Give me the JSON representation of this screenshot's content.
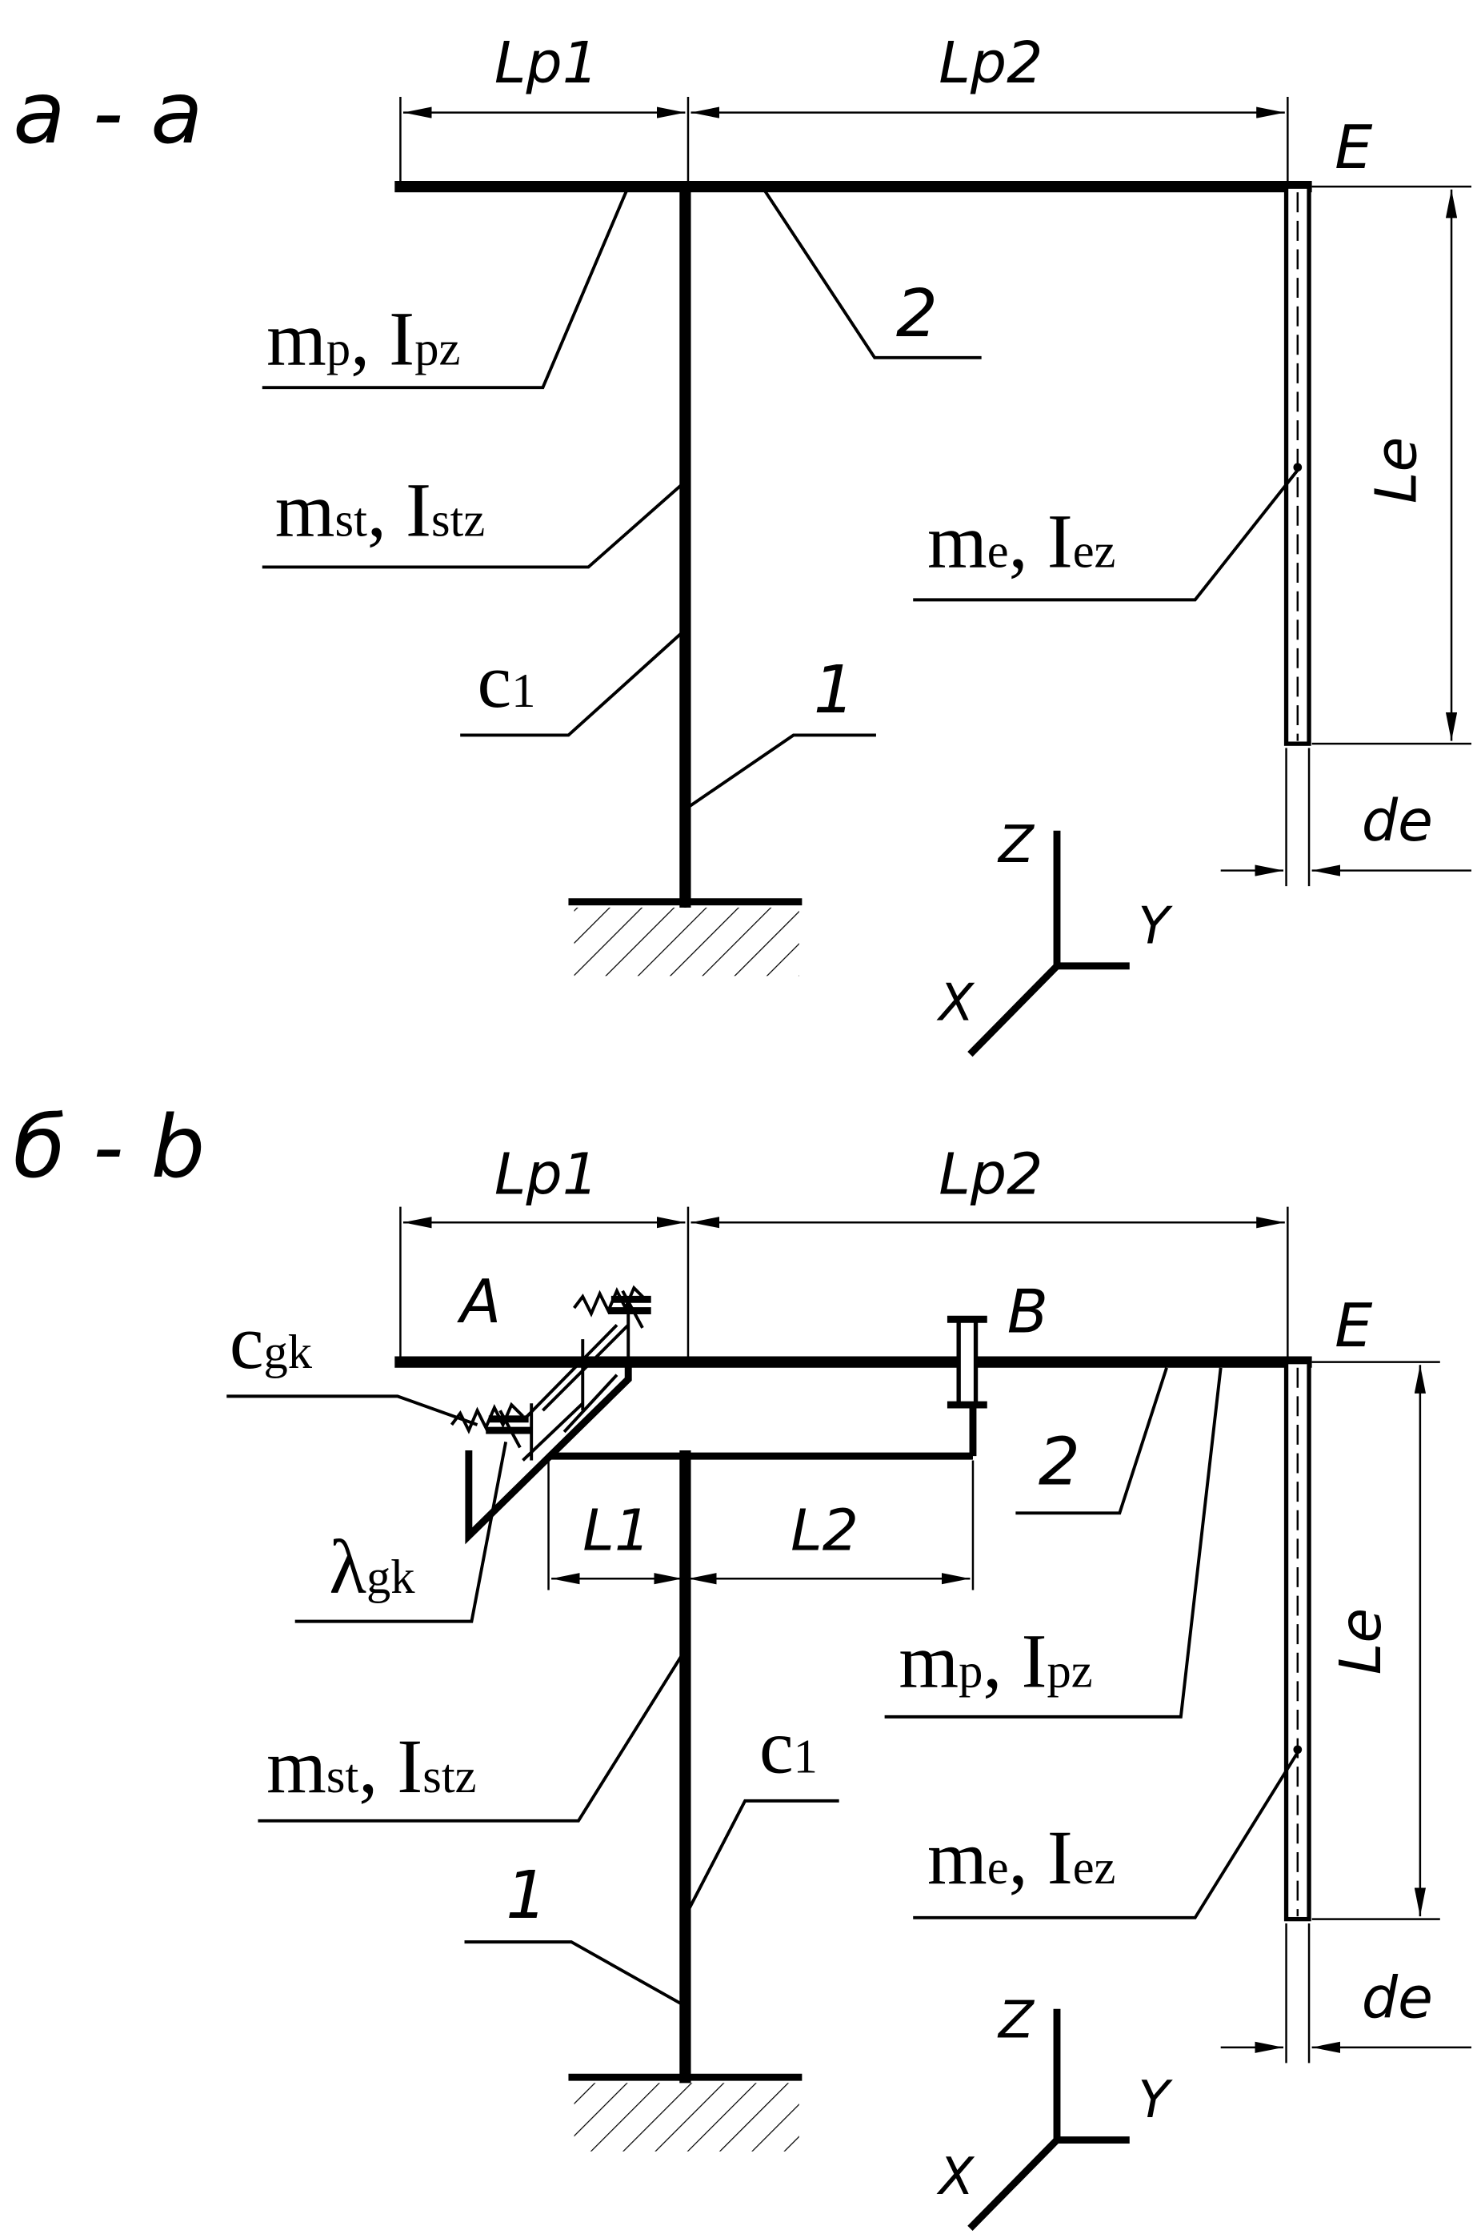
{
  "panel_a": {
    "title": "а - a",
    "dims": {
      "lp1": "Lp1",
      "lp2": "Lp2",
      "le": "Le",
      "de": "de"
    },
    "point_e": "E",
    "labels": {
      "platform": {
        "m": "m",
        "m_sub": "p",
        "i": "I",
        "i_sub": "pz"
      },
      "stand": {
        "m": "m",
        "m_sub": "st",
        "i": "I",
        "i_sub": "stz"
      },
      "stiffness": {
        "c": "c",
        "c_sub": "1"
      },
      "element": {
        "m": "m",
        "m_sub": "e",
        "i": "I",
        "i_sub": "ez"
      },
      "part_1": "1",
      "part_2": "2"
    },
    "axes": {
      "z": "Z",
      "y": "Y",
      "x": "X"
    }
  },
  "panel_b": {
    "title": "б - b",
    "dims": {
      "lp1": "Lp1",
      "lp2": "Lp2",
      "l1": "L1",
      "l2": "L2",
      "le": "Le",
      "de": "de"
    },
    "points": {
      "a": "A",
      "b": "B",
      "e": "E"
    },
    "labels": {
      "spring": {
        "c": "c",
        "c_sub": "gk"
      },
      "damper": {
        "lambda": "λ",
        "sub": "gk"
      },
      "platform": {
        "m": "m",
        "m_sub": "p",
        "i": "I",
        "i_sub": "pz"
      },
      "stand": {
        "m": "m",
        "m_sub": "st",
        "i": "I",
        "i_sub": "stz"
      },
      "stiffness": {
        "c": "c",
        "c_sub": "1"
      },
      "element": {
        "m": "m",
        "m_sub": "e",
        "i": "I",
        "i_sub": "ez"
      },
      "part_1": "1",
      "part_2": "2"
    },
    "axes": {
      "z": "Z",
      "y": "Y",
      "x": "X"
    }
  }
}
